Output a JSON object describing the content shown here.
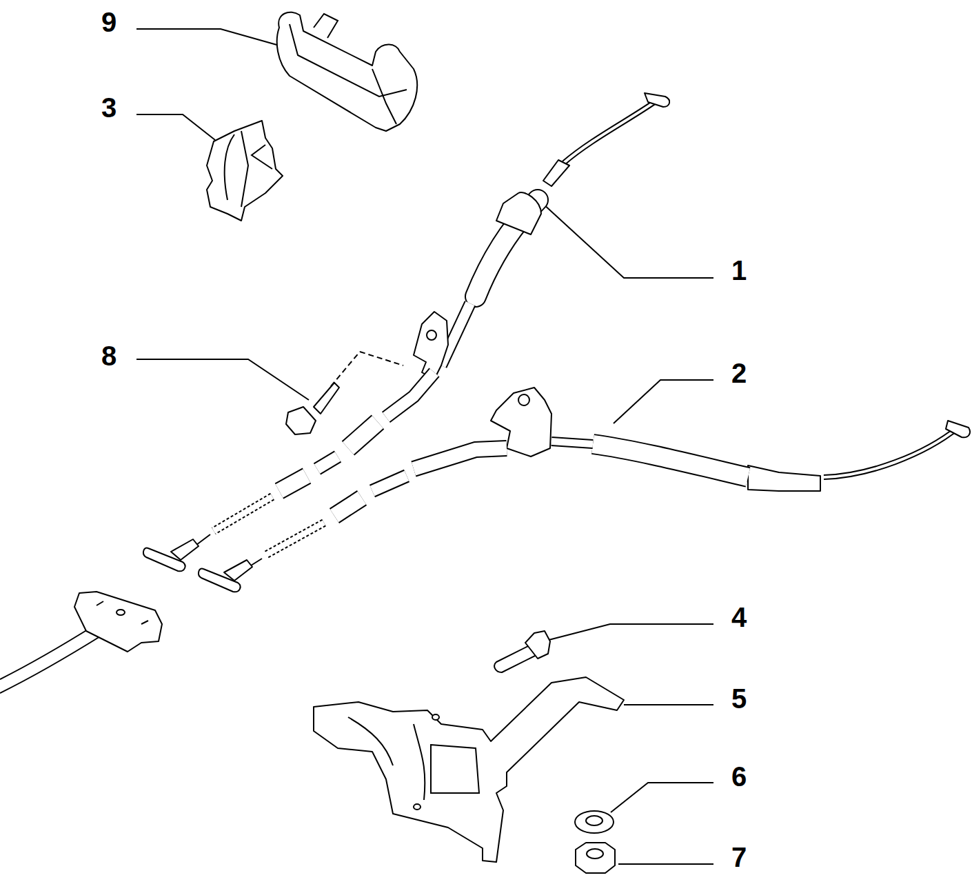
{
  "diagram": {
    "labels": [
      "9",
      "3",
      "1",
      "8",
      "2",
      "4",
      "5",
      "6",
      "7"
    ]
  }
}
